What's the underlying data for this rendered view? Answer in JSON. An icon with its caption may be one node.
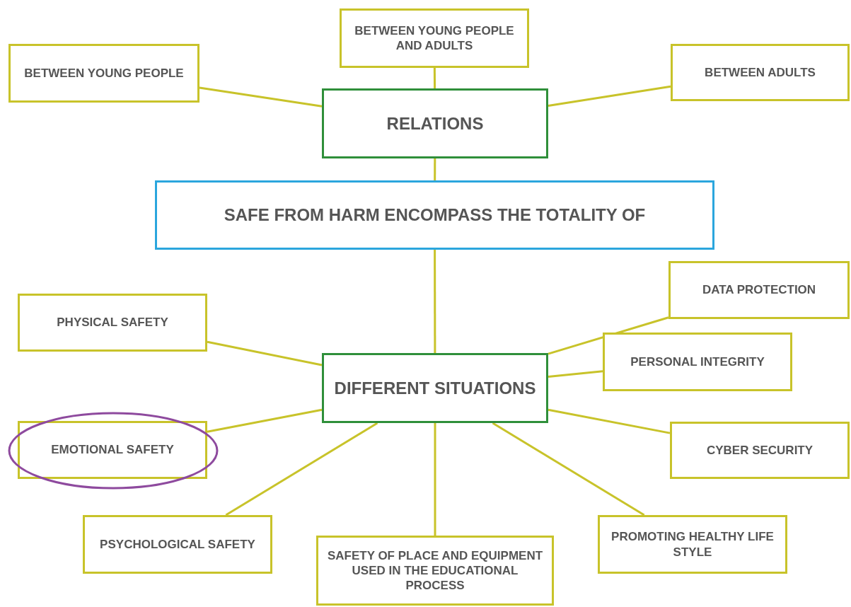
{
  "diagram": {
    "nodes": [
      {
        "text": [
          "BETWEEN YOUNG PEOPLE"
        ]
      },
      {
        "text": [
          "BETWEEN YOUNG PEOPLE AND ADULTS"
        ]
      },
      {
        "text": [
          "BETWEEN ADULTS"
        ]
      },
      {
        "text": [
          "RELATIONS"
        ]
      },
      {
        "text": [
          "SAFE FROM HARM ENCOMPASS THE TOTALITY OF"
        ]
      },
      {
        "text": [
          "PHYSICAL SAFETY"
        ]
      },
      {
        "text": [
          "DATA PROTECTION"
        ]
      },
      {
        "text": [
          "DIFFERENT SITUATIONS"
        ]
      },
      {
        "text": [
          "PERSONAL INTEGRITY"
        ]
      },
      {
        "text": [
          "EMOTIONAL SAFETY"
        ]
      },
      {
        "text": [
          "CYBER SECURITY"
        ]
      },
      {
        "text": [
          "PSYCHOLOGICAL SAFETY"
        ]
      },
      {
        "text": [
          "SAFETY OF PLACE AND EQUIPMENT USED IN THE EDUCATIONAL PROCESS"
        ]
      },
      {
        "text": [
          "PROMOTING HEALTHY LIFE STYLE"
        ]
      }
    ],
    "edges": [
      {
        "from": 0,
        "to": 3,
        "arrow": "none"
      },
      {
        "from": 1,
        "to": 3,
        "arrow": "none"
      },
      {
        "from": 2,
        "to": 3,
        "arrow": "none"
      },
      {
        "from": 3,
        "to": 4,
        "arrow": "none"
      },
      {
        "from": 4,
        "to": 7,
        "arrow": "none"
      },
      {
        "from": 5,
        "to": 7,
        "arrow": "none"
      },
      {
        "from": 6,
        "to": 7,
        "arrow": "none"
      },
      {
        "from": 8,
        "to": 7,
        "arrow": "none"
      },
      {
        "from": 9,
        "to": 7,
        "arrow": "none"
      },
      {
        "from": 10,
        "to": 7,
        "arrow": "none"
      },
      {
        "from": 11,
        "to": 7,
        "arrow": "none"
      },
      {
        "from": 12,
        "to": 7,
        "arrow": "none"
      },
      {
        "from": 13,
        "to": 7,
        "arrow": "none"
      }
    ]
  }
}
